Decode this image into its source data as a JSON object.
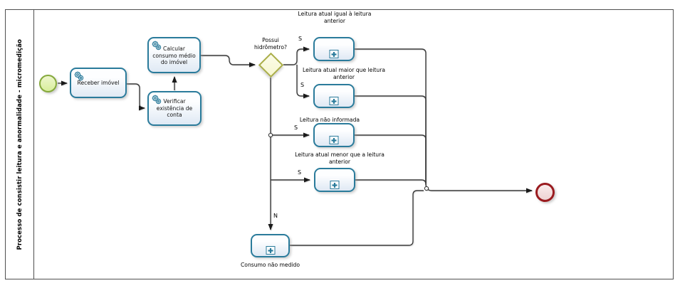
{
  "pool": {
    "label": "Processo de consistir leitura e anormalidade - micromedição"
  },
  "palette": {
    "pool_border": "#4f4f4f",
    "task_border": "#2a7b9b",
    "node_fill_top": "#fdfeff",
    "node_fill_bottom": "#dfe9f4",
    "gateway_border": "#a9ad46",
    "gateway_fill": "#f7f7d0",
    "start_border": "#85a93b",
    "start_fill": "#d8ee9c",
    "end_border": "#9a1b1f",
    "end_fill": "#eed3d3",
    "edge_color": "#3a3a3a",
    "icon_blue": "#2a7b9b"
  },
  "nodes": {
    "start": {
      "type": "start-event"
    },
    "receber": {
      "label": "Receber imóvel"
    },
    "calcular": {
      "label": "Calcular consumo médio do imóvel"
    },
    "verificar": {
      "label": "Verificar existência de conta"
    },
    "gateway": {
      "label": "Possui hidrômetro?"
    },
    "igual": {
      "label": "Leitura atual igual à leitura anterior"
    },
    "maior": {
      "label": "Leitura atual maior que leitura anterior"
    },
    "nao_informada": {
      "label": "Leitura não informada"
    },
    "menor": {
      "label": "Leitura atual menor que a leitura anterior"
    },
    "consumo": {
      "label": "Consumo não medido"
    },
    "end": {
      "type": "end-event"
    }
  },
  "edge_labels": {
    "s1": "S",
    "s2": "S",
    "s3": "S",
    "s4": "S",
    "n": "N"
  }
}
